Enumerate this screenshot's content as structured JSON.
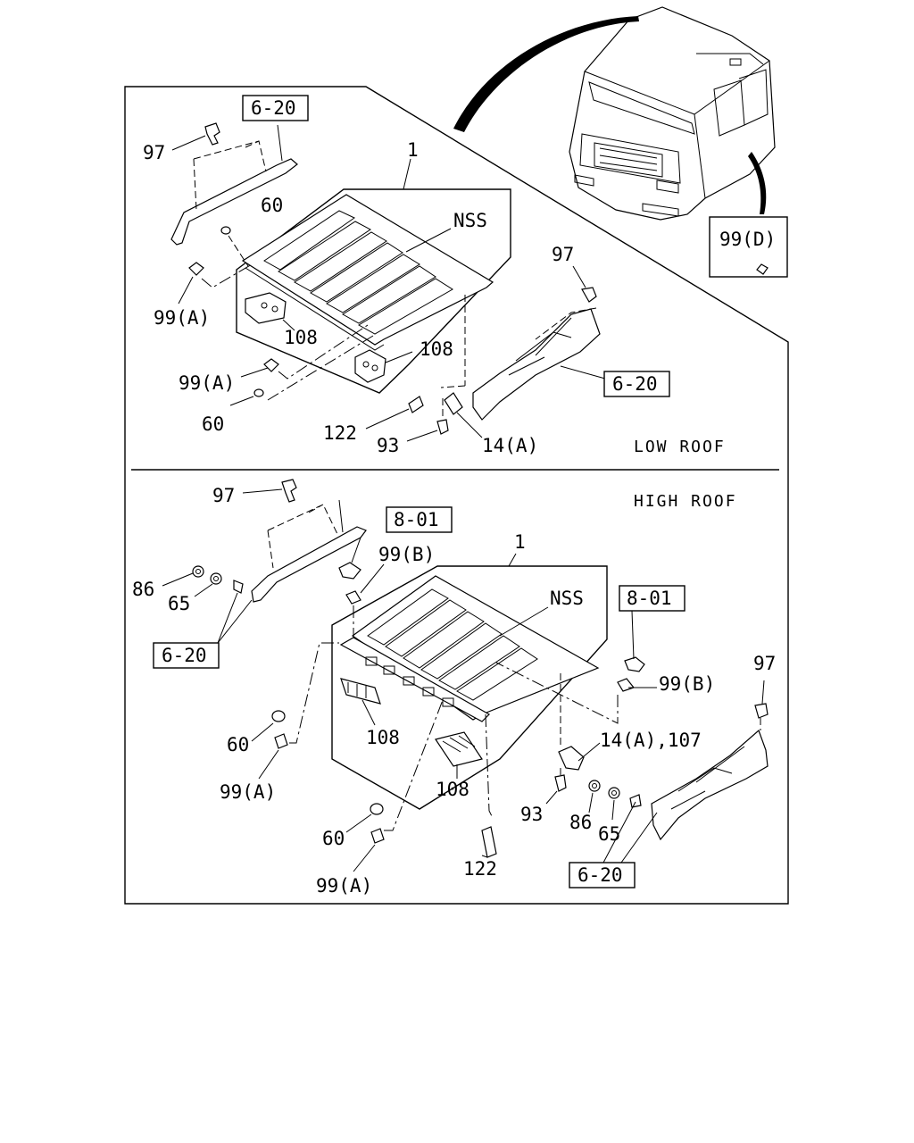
{
  "sections": {
    "low": "LOW ROOF",
    "high": "HIGH ROOF"
  },
  "refs": {
    "r620": "6-20",
    "r801": "8-01"
  },
  "labels": {
    "l97": "97",
    "l1": "1",
    "l60": "60",
    "nss": "NSS",
    "l99a": "99(A)",
    "l99b": "99(B)",
    "l99d": "99(D)",
    "l108": "108",
    "l122": "122",
    "l93": "93",
    "l14a": "14(A)",
    "l14a107": "14(A),107",
    "l86": "86",
    "l65": "65"
  }
}
